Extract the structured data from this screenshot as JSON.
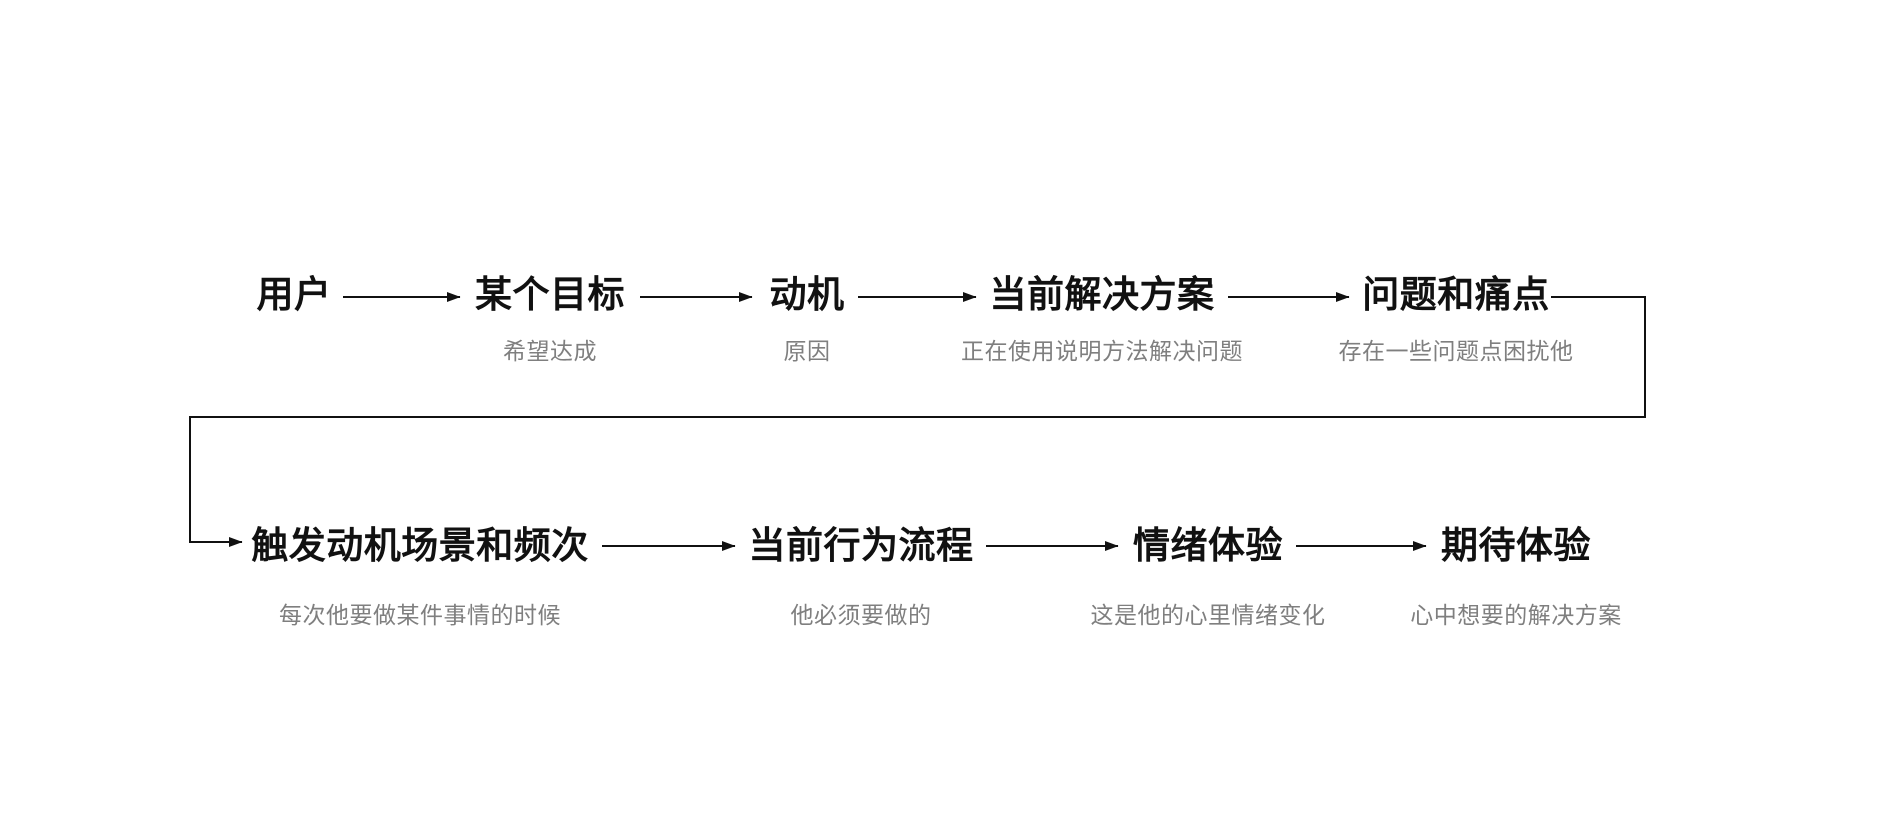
{
  "diagram": {
    "title_implied": "用户行为分析流程",
    "row1": [
      {
        "title": "用户",
        "subtitle": ""
      },
      {
        "title": "某个目标",
        "subtitle": "希望达成"
      },
      {
        "title": "动机",
        "subtitle": "原因"
      },
      {
        "title": "当前解决方案",
        "subtitle": "正在使用说明方法解决问题"
      },
      {
        "title": "问题和痛点",
        "subtitle": "存在一些问题点困扰他"
      }
    ],
    "row2": [
      {
        "title": "触发动机场景和频次",
        "subtitle": "每次他要做某件事情的时候"
      },
      {
        "title": "当前行为流程",
        "subtitle": "他必须要做的"
      },
      {
        "title": "情绪体验",
        "subtitle": "这是他的心里情绪变化"
      },
      {
        "title": "期待体验",
        "subtitle": "心中想要的解决方案"
      }
    ],
    "flow_order": [
      "用户",
      "某个目标",
      "动机",
      "当前解决方案",
      "问题和痛点",
      "触发动机场景和频次",
      "当前行为流程",
      "情绪体验",
      "期待体验"
    ],
    "colors": {
      "title": "#111111",
      "subtitle": "#7f7f7f",
      "line": "#111111",
      "background": "#ffffff"
    }
  }
}
